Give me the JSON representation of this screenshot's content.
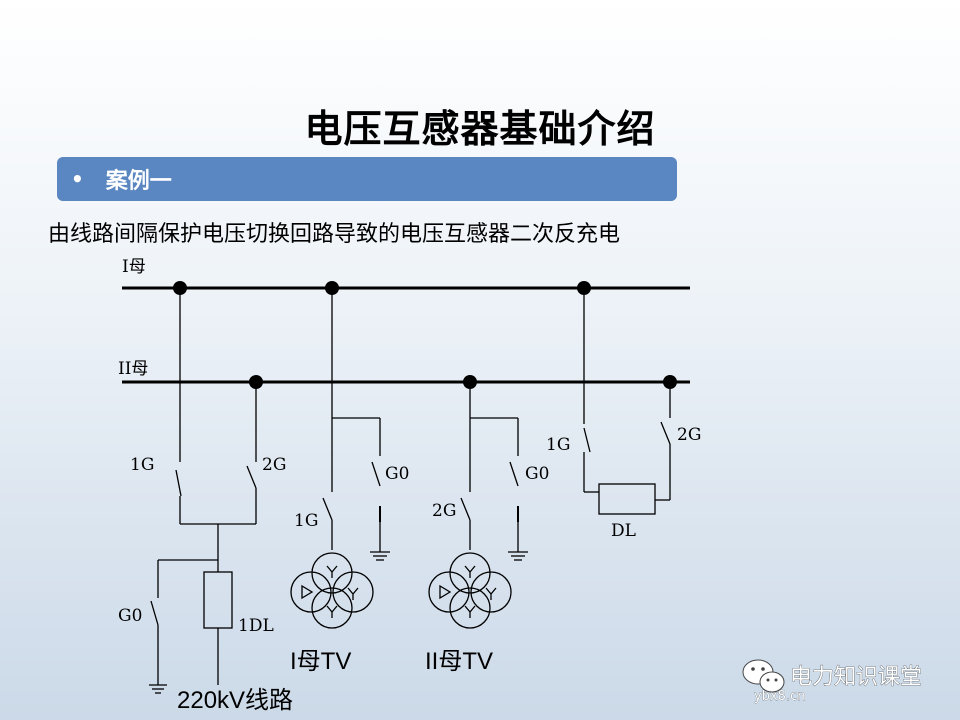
{
  "slide": {
    "title": "电压互感器基础介绍",
    "bullet": "案例一",
    "subtitle": "由线路间隔保护电压切换回路导致的电压互感器二次反充电"
  },
  "diagram": {
    "busbar_1_label": "I母",
    "busbar_2_label": "II母",
    "line_bay": {
      "switch_1_label": "1G",
      "switch_2_label": "2G",
      "ground_switch_label": "G0",
      "breaker_label": "1DL",
      "line_label": "220kV线路"
    },
    "pt_bay_1": {
      "switch_label": "1G",
      "ground_switch_label": "G0",
      "pt_label": "I母TV"
    },
    "pt_bay_2": {
      "switch_label": "2G",
      "ground_switch_label": "G0",
      "pt_label": "II母TV"
    },
    "bus_tie": {
      "switch_1_label": "1G",
      "switch_2_label": "2G",
      "breaker_label": "DL"
    }
  },
  "watermark": {
    "text": "电力知识课堂",
    "small": "ybx8.cn"
  }
}
